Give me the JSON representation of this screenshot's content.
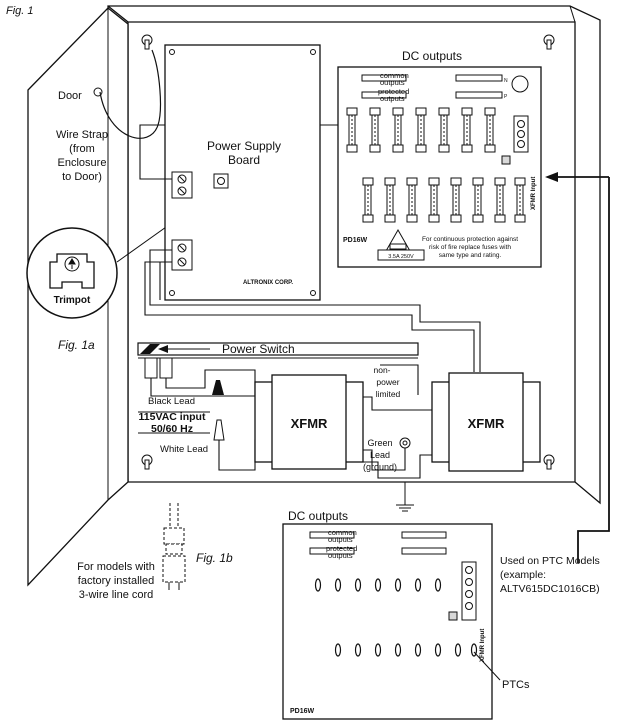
{
  "figures": {
    "fig1": "Fig. 1",
    "fig1a": "Fig. 1a",
    "fig1b": "Fig. 1b"
  },
  "door": {
    "label": "Door",
    "strap": [
      "Wire Strap",
      "(from",
      "Enclosure",
      "to Door)"
    ],
    "trimpot": "Trimpot"
  },
  "power_supply": {
    "title": [
      "Power Supply",
      "Board"
    ],
    "maker": "ALTRONIX CORP."
  },
  "dc_board_top": {
    "title": "DC outputs",
    "common": [
      "common",
      "outputs"
    ],
    "protected": [
      "protected",
      "outputs"
    ],
    "model": "PD16W",
    "fuse": "3.5A 250V",
    "note": [
      "For continuous protection against",
      "risk of fire replace fuses with",
      "same type and rating."
    ],
    "xfmr_input": "XFMR Input",
    "n": "N",
    "p": "P"
  },
  "power_switch": "Power Switch",
  "wiring": {
    "black_lead": "Black Lead",
    "white_lead": "White Lead",
    "ac_input": [
      "115VAC input",
      "50/60 Hz"
    ],
    "non_power": [
      "non-",
      "power",
      "limited"
    ],
    "green": [
      "Green",
      "Lead",
      "(ground)"
    ],
    "xfmr1": "XFMR",
    "xfmr2": "XFMR"
  },
  "line_cord": [
    "For models with",
    "factory installed",
    "3-wire line cord"
  ],
  "dc_board_bottom": {
    "title": "DC outputs",
    "common": [
      "common",
      "outputs"
    ],
    "protected": [
      "protected",
      "outputs"
    ],
    "model": "PD16W",
    "xfmr_input": "XFMR Input",
    "ptc_note": [
      "Used on PTC Models",
      "(example:",
      "ALTV615DC1016CB)"
    ],
    "ptcs": "PTCs"
  }
}
